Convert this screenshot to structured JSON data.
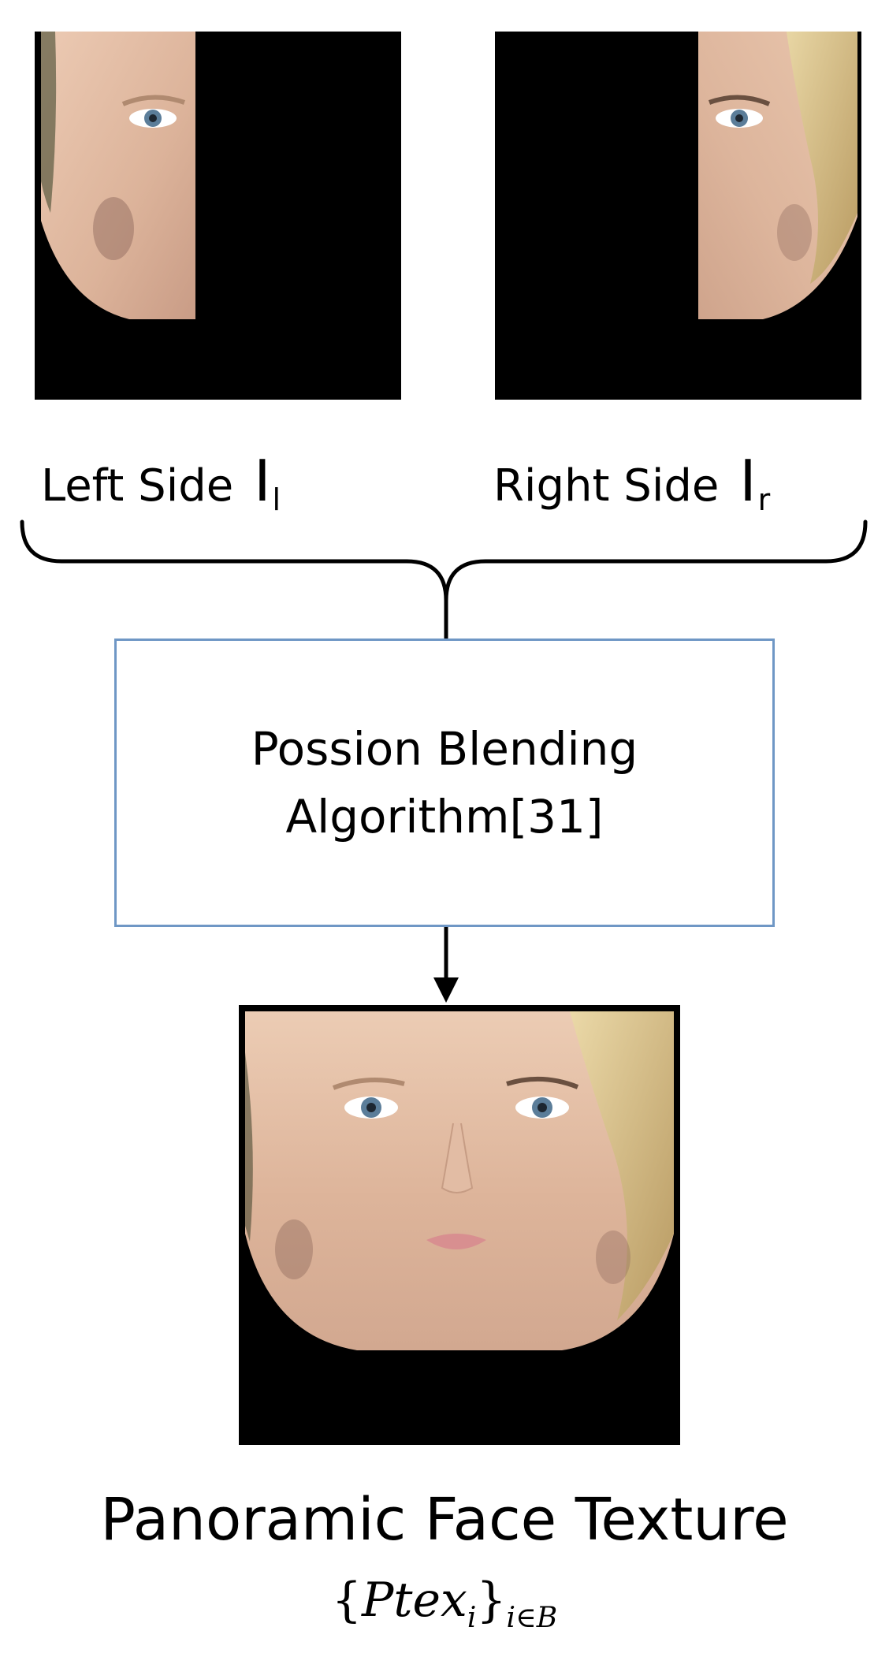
{
  "inputs": {
    "left": {
      "label": "Left Side",
      "symbol": "I",
      "symbol_sub": "l"
    },
    "right": {
      "label": "Right Side",
      "symbol": "I",
      "symbol_sub": "r"
    }
  },
  "process": {
    "line1": "Possion Blending",
    "line2": "Algorithm[31]",
    "border_color": "#6f97c5"
  },
  "output": {
    "title": "Panoramic Face Texture",
    "set_open": "{",
    "set_body": "Ptex",
    "set_index": "i",
    "set_close": "}",
    "set_sub": "i∈B"
  },
  "colors": {
    "background": "#ffffff",
    "panel": "#000000",
    "skin": "#e6bfa3",
    "hair": "#d8c289"
  }
}
